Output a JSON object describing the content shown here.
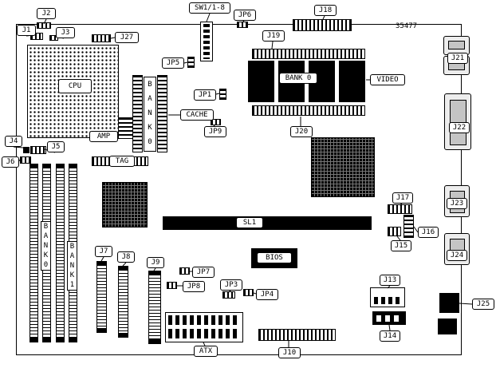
{
  "diagram": {
    "part_number": "35477"
  },
  "labels": {
    "j1": "J1",
    "j2": "J2",
    "j3": "J3",
    "j4": "J4",
    "j5": "J5",
    "j6": "J6",
    "j7": "J7",
    "j8": "J8",
    "j9": "J9",
    "j10": "J10",
    "j13": "J13",
    "j14": "J14",
    "j15": "J15",
    "j16": "J16",
    "j17": "J17",
    "j18": "J18",
    "j19": "J19",
    "j20": "J20",
    "j21": "J21",
    "j22": "J22",
    "j23": "J23",
    "j24": "J24",
    "j25": "J25",
    "j27": "J27",
    "jp1": "JP1",
    "jp3": "JP3",
    "jp4": "JP4",
    "jp5": "JP5",
    "jp6": "JP6",
    "jp7": "JP7",
    "jp8": "JP8",
    "jp9": "JP9",
    "sw1": "SW1/1-8",
    "cpu": "CPU",
    "amp": "AMP",
    "cache": "CACHE",
    "tag": "TAG",
    "video": "VIDEO",
    "video_bank": "BANK 0",
    "cache_bank": "B\nA\nN\nK\n0",
    "mem_bank0": "B\nA\nN\nK\n0",
    "mem_bank1": "B\nA\nN\nK\n1",
    "sl1": "SL1",
    "bios": "BIOS",
    "atx": "ATX"
  }
}
